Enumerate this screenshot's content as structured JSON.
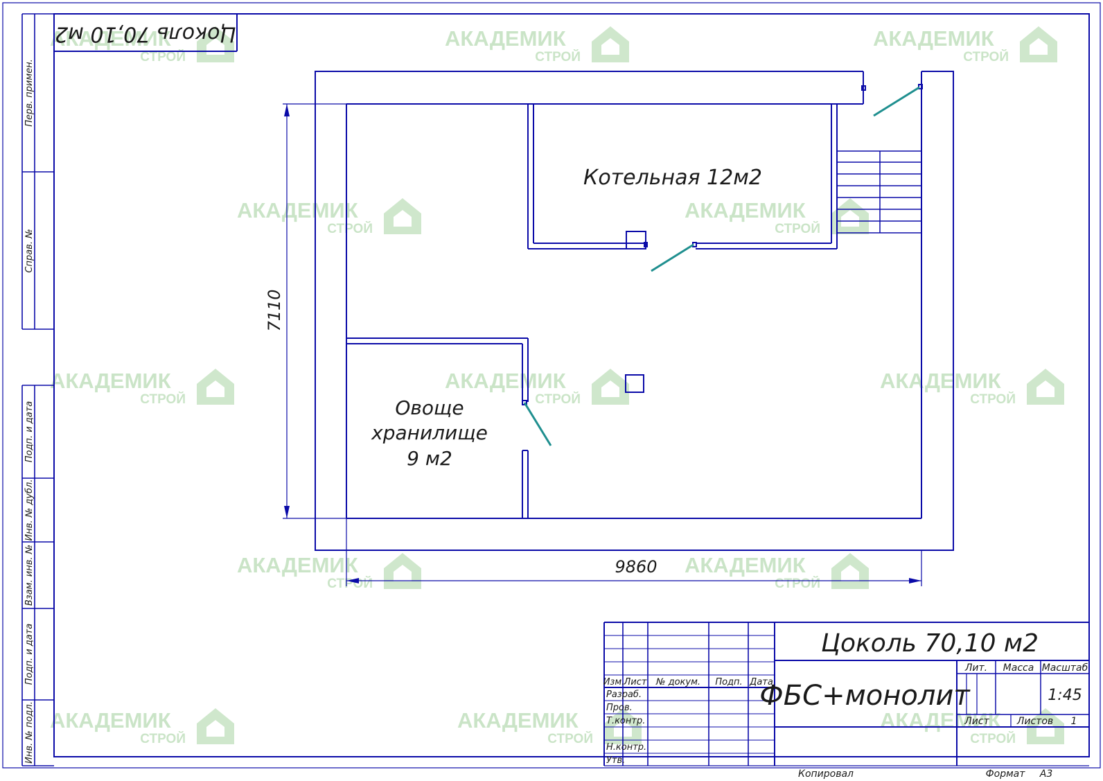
{
  "drawing": {
    "title_upside_down": "Цоколь 70,10 м2",
    "rooms": {
      "boiler": "Котельная 12м2",
      "storage_line1": "Овоще",
      "storage_line2": "хранилище",
      "storage_line3": "9 м2"
    },
    "dimensions": {
      "vertical": "7110",
      "horizontal": "9860"
    }
  },
  "side_stamp": {
    "perv_primen": "Перв. примен.",
    "sprav_no": "Справ. №",
    "podp_data_1": "Подп. и дата",
    "inv_dubl": "Инв. № дубл.",
    "vzam_inv": "Взам. инв. №",
    "podp_data_2": "Подп. и дата",
    "inv_podl": "Инв. № подл."
  },
  "title_block": {
    "sheet_title": "Цоколь 70,10 м2",
    "material": "ФБС+монолит",
    "headers": {
      "izm": "Изм.",
      "list": "Лист",
      "n_dokum": "№ докум.",
      "podp": "Подп.",
      "data": "Дата"
    },
    "roles": {
      "razrab": "Разраб.",
      "prov": "Пров.",
      "tkontr": "Т.контр.",
      "nkontr": "Н.контр.",
      "utv": "Утв."
    },
    "lit_label": "Лит.",
    "massa_label": "Масса",
    "masshtab_label": "Масштаб",
    "scale_value": "1:45",
    "list_label": "Лист",
    "listov_label": "Листов",
    "listov_value": "1",
    "kopiroval": "Копировал",
    "format_label": "Формат",
    "format_value": "А3"
  },
  "watermark": {
    "main": "АКАДЕМИК",
    "sub": "СТРОЙ"
  },
  "colors": {
    "line": "#0a0aa8",
    "door": "#1f8f8f",
    "watermark": "#9fcf9a"
  }
}
